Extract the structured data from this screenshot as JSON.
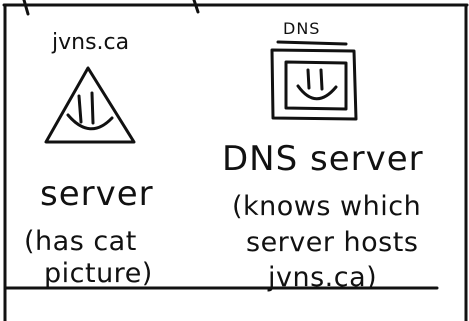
{
  "left": {
    "domain_label": "jvns.ca",
    "title": "server",
    "note_line1": "(has cat",
    "note_line2": "picture)"
  },
  "right": {
    "box_label": "DNS",
    "title": "DNS server",
    "note_line1": "(knows which",
    "note_line2": "server hosts",
    "note_line3": "jvns.ca)"
  },
  "style": {
    "ink_color": "#111111",
    "background_color": "#ffffff"
  },
  "icons": {
    "left_icon": "smiling-triangle-icon",
    "right_icon": "smiling-square-icon"
  }
}
